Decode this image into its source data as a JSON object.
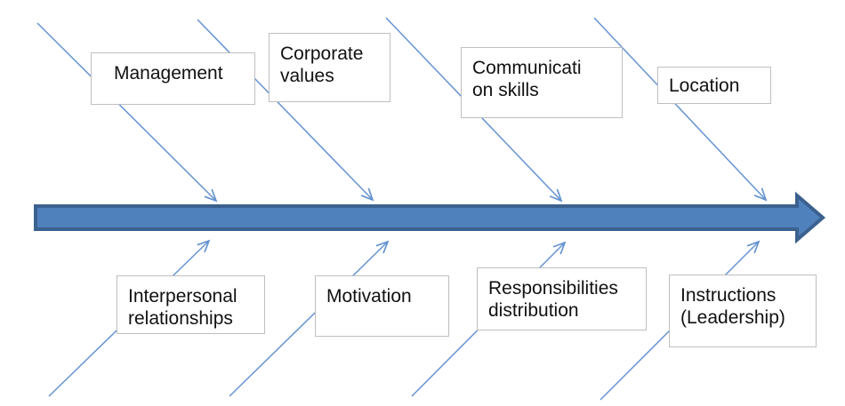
{
  "diagram": {
    "type": "fishbone-cause-effect",
    "colors": {
      "spine_fill": "#4f81bd",
      "spine_border": "#3b618f",
      "branch_line": "#6493d1",
      "box_border": "#bfbfbf",
      "box_fill": "#ffffff",
      "text": "#111111"
    },
    "top_causes": [
      {
        "label": "Management"
      },
      {
        "label": "Corporate\nvalues"
      },
      {
        "label": "Communicati\non skills"
      },
      {
        "label": "Location"
      }
    ],
    "bottom_causes": [
      {
        "label": "Interpersonal\nrelationships"
      },
      {
        "label": "Motivation"
      },
      {
        "label": "Responsibilities\ndistribution"
      },
      {
        "label": "Instructions\n(Leadership)"
      }
    ]
  }
}
